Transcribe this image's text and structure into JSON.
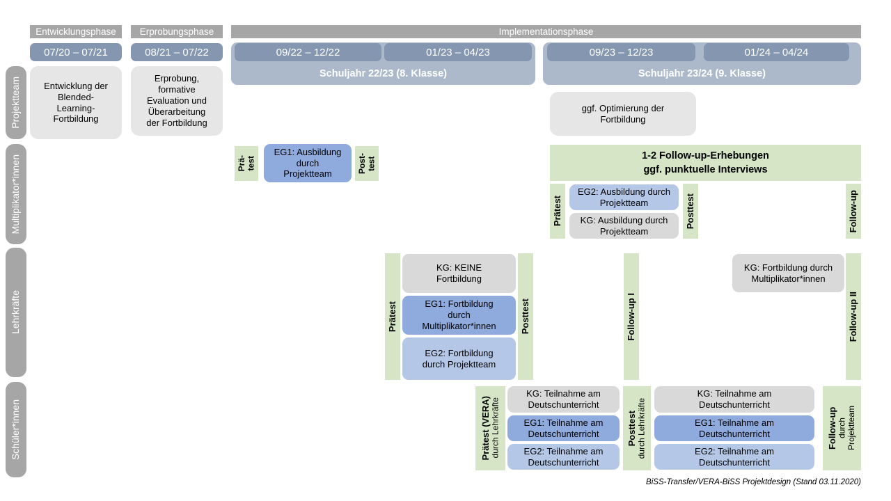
{
  "caption": "BiSS-Transfer/VERA-BiSS Projektdesign (Stand 03.11.2020)",
  "colors": {
    "phase_header": "#A6A6A6",
    "date_bar": "#8496B0",
    "school_year_band": "#ACB9CA",
    "row_label": "#A6A6A6",
    "box_light_gray": "#E7E6E6",
    "box_control_gray": "#D9D9D9",
    "box_eg1_blue": "#8FAADC",
    "box_eg2_blue": "#B4C7E7",
    "box_green": "#D6E5C5"
  },
  "phases": {
    "entwicklung": "Entwicklungsphase",
    "erprobung": "Erprobungsphase",
    "implementation": "Implementationsphase"
  },
  "dates": {
    "d1": "07/20 – 07/21",
    "d2": "08/21 – 07/22",
    "d3": "09/22 – 12/22",
    "d4": "01/23 – 04/23",
    "d5": "09/23 – 12/23",
    "d6": "01/24 – 04/24"
  },
  "school_years": {
    "sy1": "Schuljahr 22/23 (8. Klasse)",
    "sy2": "Schuljahr 23/24 (9. Klasse)"
  },
  "row_labels": {
    "projektteam": "Projektteam",
    "multiplikatoren": "Multiplikator*innen",
    "lehrkraefte": "Lehrkräfte",
    "schueler": "Schüler*innen"
  },
  "projektteam": {
    "entwicklung_box": "Entwicklung der\nBlended-\nLearning-\nFortbildung",
    "erprobung_box": "Erprobung,\nformative\nEvaluation und\nÜberarbeitung\nder Fortbildung",
    "optimierung_box": "ggf. Optimierung der\nFortbildung"
  },
  "multiplikatoren": {
    "praetest_small": {
      "l1": "Prä-",
      "l2": "test"
    },
    "eg1_box": "EG1: Ausbildung\ndurch\nProjektteam",
    "posttest_small": {
      "l1": "Post-",
      "l2": "test"
    },
    "followup_box": "1-2 Follow-up-Erhebungen\nggf. punktuelle Interviews",
    "praetest": "Prätest",
    "eg2_box": "EG2: Ausbildung durch\nProjektteam",
    "kg_box": "KG: Ausbildung durch\nProjektteam",
    "posttest": "Posttest",
    "followup": "Follow-up"
  },
  "lehrkraefte": {
    "praetest": "Prätest",
    "kg_box": "KG: KEINE\nFortbildung",
    "eg1_box": "EG1: Fortbildung\ndurch\nMultiplikator*innen",
    "eg2_box": "EG2: Fortbildung\ndurch Projektteam",
    "posttest": "Posttest",
    "followup1": "Follow-up I",
    "kg2_box": "KG: Fortbildung durch\nMultiplikator*innen",
    "followup2": "Follow-up II"
  },
  "schueler": {
    "praetest": {
      "l1": "Prätest (VERA)",
      "l2": "durch Lehrkräfte"
    },
    "kg1_box": "KG: Teilnahme am\nDeutschunterricht",
    "eg1_1_box": "EG1: Teilnahme am\nDeutschunterricht",
    "eg2_1_box": "EG2: Teilnahme am\nDeutschunterricht",
    "posttest": {
      "l1": "Posttest",
      "l2": "durch Lehrkräfte"
    },
    "kg2_box": "KG: Teilnahme am\nDeutschunterricht",
    "eg1_2_box": "EG1: Teilnahme am\nDeutschunterricht",
    "eg2_2_box": "EG2: Teilnahme am\nDeutschunterricht",
    "followup": {
      "l1": "Follow-up",
      "l2": "durch",
      "l3": "Projektteam"
    }
  }
}
